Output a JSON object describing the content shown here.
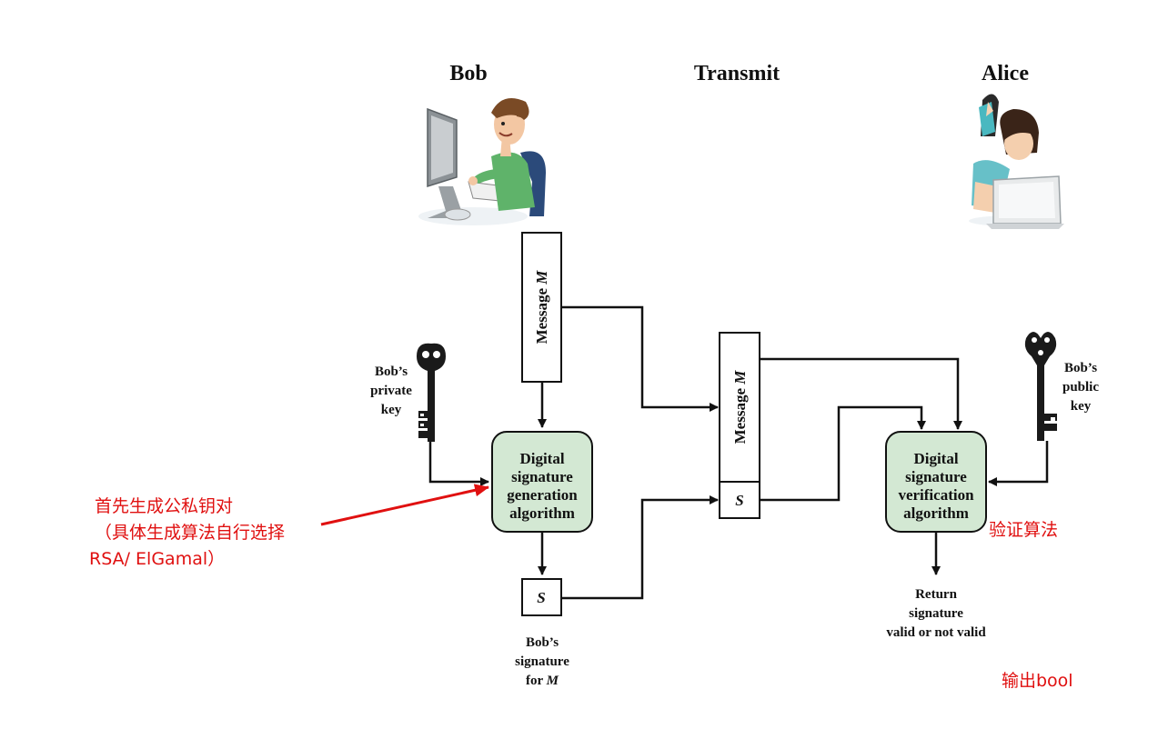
{
  "headers": {
    "bob": "Bob",
    "transmit": "Transmit",
    "alice": "Alice"
  },
  "message": {
    "text": "Message ",
    "var": "M"
  },
  "signature_var": "S",
  "keys": {
    "private": [
      "Bob’s",
      "private",
      "key"
    ],
    "public": [
      "Bob’s",
      "public",
      "key"
    ]
  },
  "generation_algorithm": [
    "Digital",
    "signature",
    "generation",
    "algorithm"
  ],
  "verification_algorithm": [
    "Digital",
    "signature",
    "verification",
    "algorithm"
  ],
  "signature_caption": {
    "line1": "Bob’s",
    "line2": "signature",
    "line3": "for ",
    "var": "M"
  },
  "return_text": [
    "Return",
    "signature",
    "valid or not valid"
  ],
  "annotations": {
    "keygen": [
      "首先生成公私钥对",
      "（具体生成算法自行选择",
      "RSA/ ElGamal）"
    ],
    "verify": "验证算法",
    "output": "输出bool"
  },
  "colors": {
    "algorithm_fill": "#d3e8d3",
    "annotation": "#e01010"
  },
  "icons": [
    "bob-computer-user-icon",
    "alice-laptop-user-icon",
    "private-key-icon",
    "public-key-icon"
  ]
}
